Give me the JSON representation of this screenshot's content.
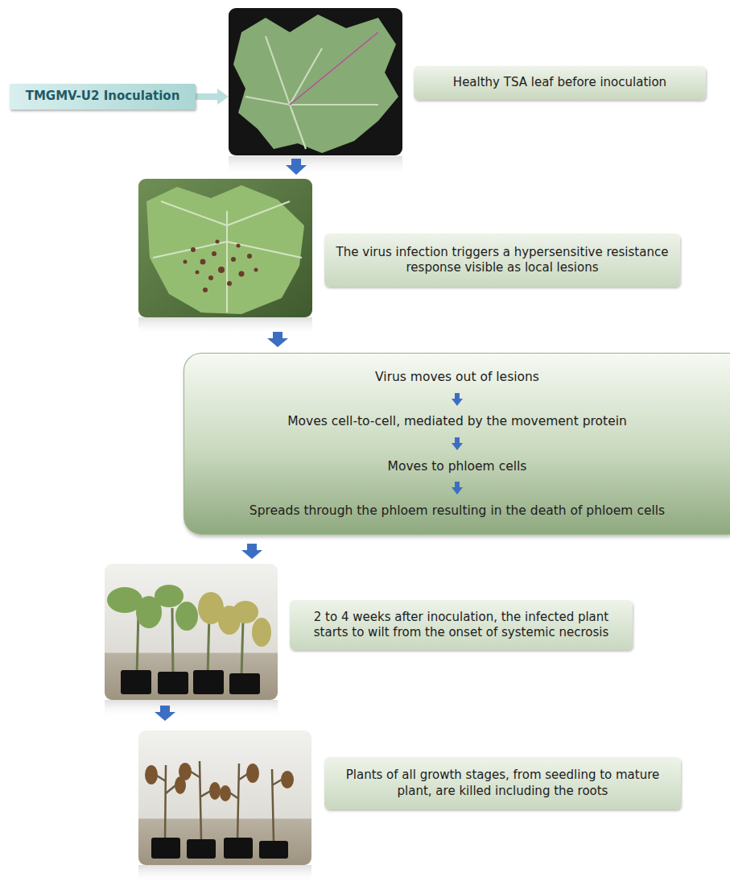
{
  "diagram": {
    "nodes": [
      {
        "text": [
          "TMGMV-U2 Inoculation"
        ]
      },
      {
        "text": [
          "Healthy TSA leaf before inoculation"
        ]
      },
      {
        "text": [
          "The virus infection triggers a hypersensitive resistance response visible as local lesions"
        ]
      },
      {
        "text": [
          "Virus moves out of lesions",
          "Moves cell-to-cell, mediated by the movement protein",
          "Moves to phloem cells",
          "Spreads through the phloem resulting in the death of phloem cells"
        ]
      },
      {
        "text": [
          "2 to 4 weeks after inoculation, the infected plant starts to wilt from the onset of systemic necrosis"
        ]
      },
      {
        "text": [
          "Plants of all growth stages, from seedling to mature plant, are killed including the roots"
        ]
      }
    ]
  }
}
